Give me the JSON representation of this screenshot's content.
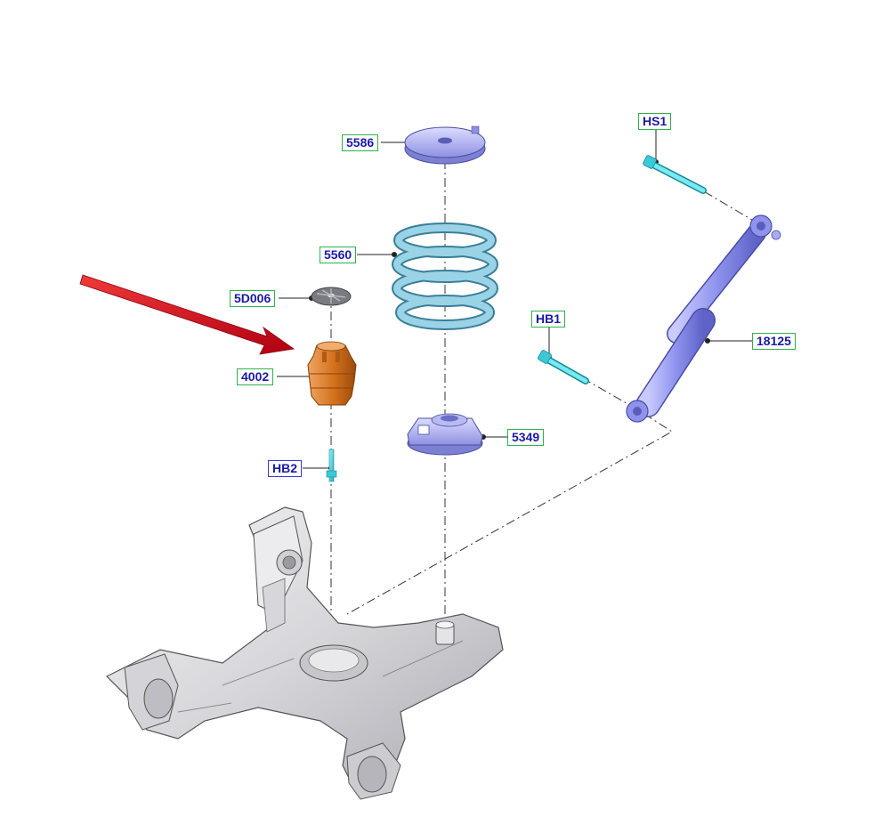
{
  "diagram": {
    "colors": {
      "part_callout_border": "#2db34a",
      "bolt_callout_border": "#3a3ad6",
      "callout_text": "#1a1aa6",
      "highlight_arrow": "#d0101a",
      "highlighted_part": "#d9741c",
      "spring": "#8ecbe0",
      "seat_and_shock": "#a9acf0",
      "fastener": "#4ad3e0",
      "subframe": "#d9d9dc"
    },
    "callouts": [
      {
        "id": "5586",
        "kind": "part",
        "text": "5586",
        "icon": "upper-spring-seat"
      },
      {
        "id": "5560",
        "kind": "part",
        "text": "5560",
        "icon": "coil-spring"
      },
      {
        "id": "5D006",
        "kind": "part",
        "text": "5D006",
        "icon": "washer"
      },
      {
        "id": "4002",
        "kind": "part",
        "text": "4002",
        "icon": "bump-stop",
        "highlighted": true
      },
      {
        "id": "HB2",
        "kind": "bolt",
        "text": "HB2",
        "icon": "bolt"
      },
      {
        "id": "5349",
        "kind": "part",
        "text": "5349",
        "icon": "lower-spring-seat"
      },
      {
        "id": "HS1",
        "kind": "bolt",
        "text": "HS1",
        "icon": "bolt"
      },
      {
        "id": "HB1",
        "kind": "bolt",
        "text": "HB1",
        "icon": "bolt"
      },
      {
        "id": "18125",
        "kind": "part",
        "text": "18125",
        "icon": "shock-absorber"
      }
    ]
  }
}
